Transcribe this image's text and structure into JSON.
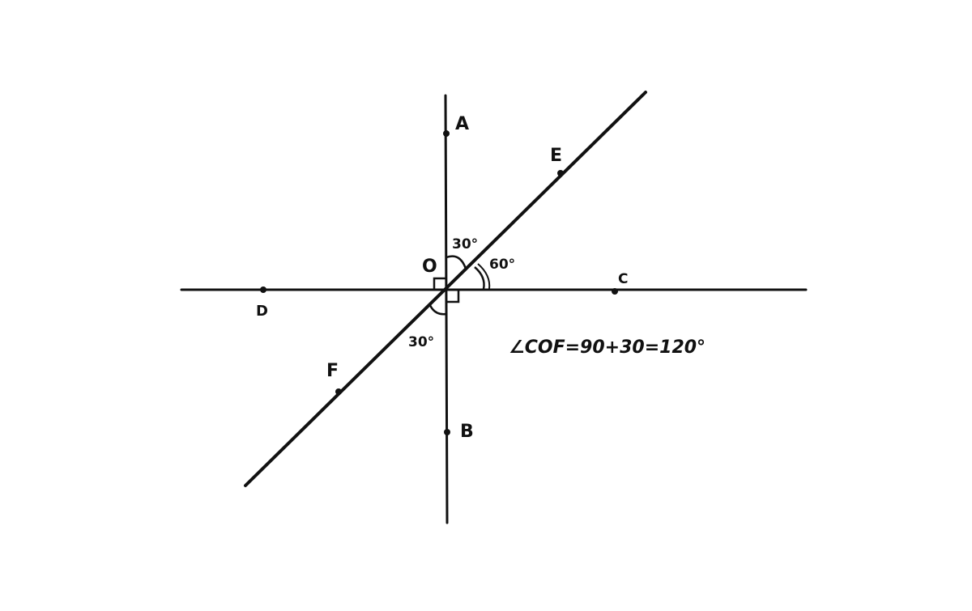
{
  "points": {
    "A": "A",
    "B": "B",
    "C": "C",
    "D": "D",
    "E": "E",
    "F": "F",
    "O": "O"
  },
  "angles": {
    "a30_top": "30°",
    "a60": "60°",
    "a30_bottom": "30°"
  },
  "equation": "∠COF=90+30=120°",
  "colors": {
    "ink": "#111111",
    "background": "#ffffff"
  }
}
